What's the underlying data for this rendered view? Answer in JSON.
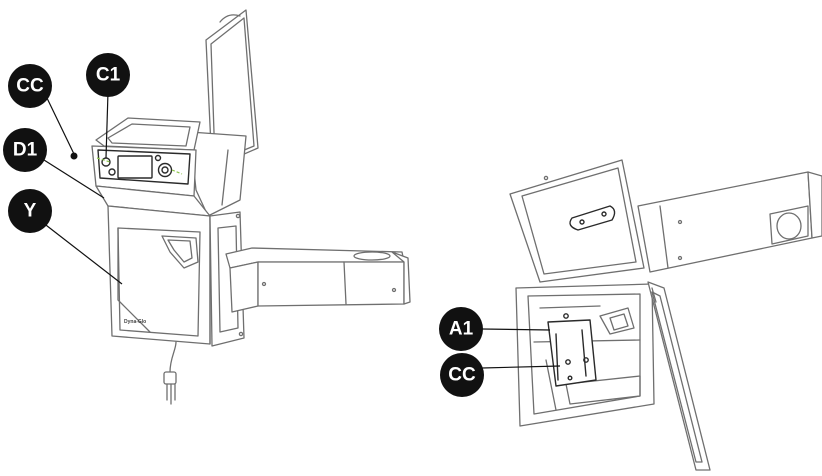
{
  "diagram": {
    "left_unit": {
      "brand_text": "Dyna-Glo",
      "callouts": {
        "cc": "CC",
        "c1": "C1",
        "d1": "D1",
        "y": "Y"
      }
    },
    "right_unit": {
      "callouts": {
        "a1": "A1",
        "cc": "CC"
      }
    }
  }
}
